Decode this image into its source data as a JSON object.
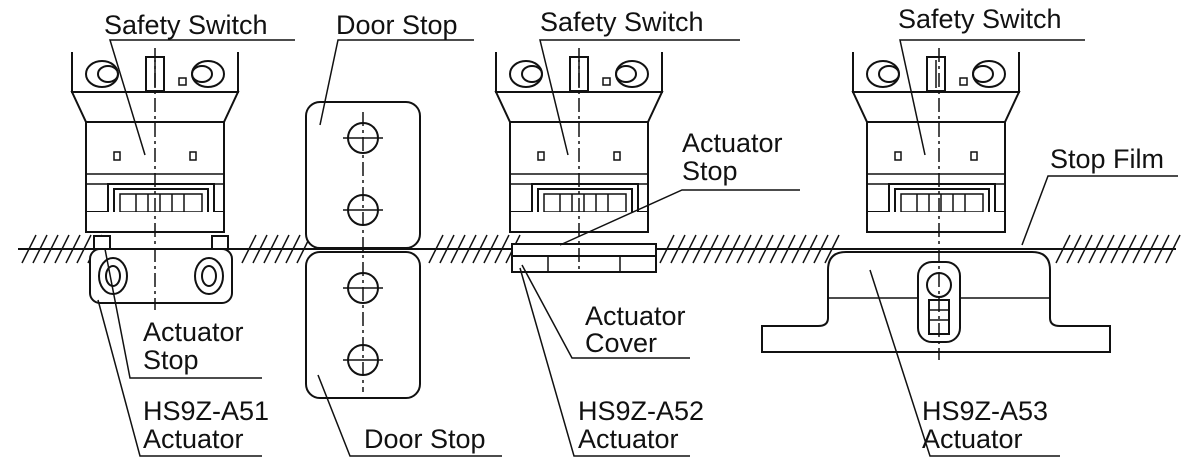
{
  "diagram": {
    "labels": {
      "switch1": "Safety Switch",
      "doorstop_top": "Door Stop",
      "switch2": "Safety Switch",
      "switch3": "Safety Switch",
      "actuator_stop1_l1": "Actuator",
      "actuator_stop1_l2": "Stop",
      "actuator_stop2_l1": "Actuator",
      "actuator_stop2_l2": "Stop",
      "stop_film": "Stop Film",
      "actuator_cover_l1": "Actuator",
      "actuator_cover_l2": "Cover",
      "a51_l1": "HS9Z-A51",
      "a51_l2": "Actuator",
      "doorstop_bottom": "Door Stop",
      "a52_l1": "HS9Z-A52",
      "a52_l2": "Actuator",
      "a53_l1": "HS9Z-A53",
      "a53_l2": "Actuator"
    }
  }
}
